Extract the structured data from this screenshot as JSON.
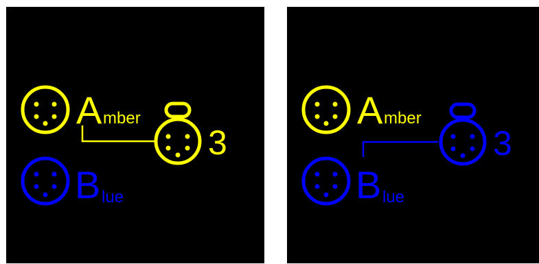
{
  "colors": {
    "amber": "#ffff00",
    "blue": "#0000ff",
    "background": "#000000"
  },
  "panels": [
    {
      "connector": "A",
      "input_a": {
        "big": "A",
        "small": "mber",
        "color": "amber"
      },
      "input_b": {
        "big": "B",
        "small": "lue",
        "color": "blue"
      },
      "output": {
        "label": "3",
        "color": "amber"
      }
    },
    {
      "connector": "B",
      "input_a": {
        "big": "A",
        "small": "mber",
        "color": "amber"
      },
      "input_b": {
        "big": "B",
        "small": "lue",
        "color": "blue"
      },
      "output": {
        "label": "3",
        "color": "blue"
      }
    }
  ]
}
